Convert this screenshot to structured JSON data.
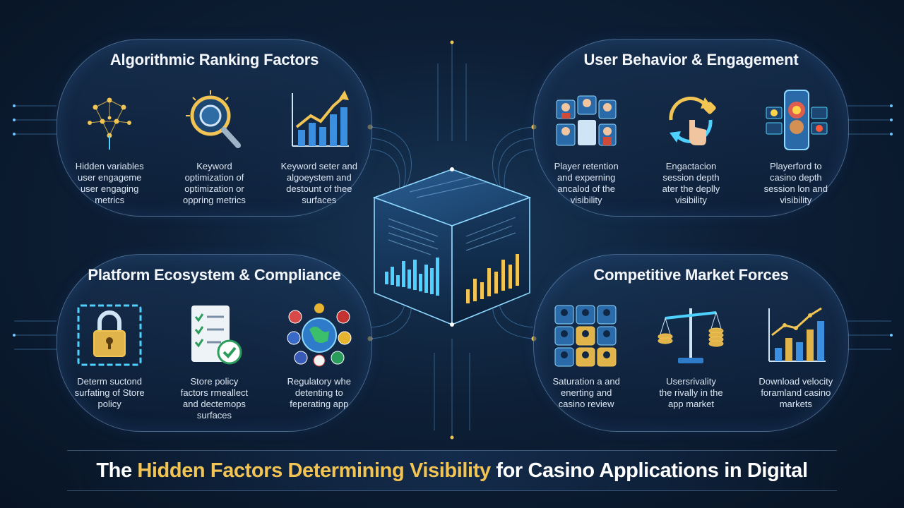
{
  "panels": {
    "algorithmic": {
      "title": "Algorithmic Ranking Factors",
      "items": [
        {
          "icon": "neural-network-icon",
          "caption": "Hidden variables\nuser engageme\nuser engaging\nmetrics"
        },
        {
          "icon": "magnifier-chip-icon",
          "caption": "Keyword\noptimization of\noptimization or\noppring metrics"
        },
        {
          "icon": "growth-chart-icon",
          "caption": "Keyword seter and\nalgoeystem and\ndestount of thee\nsurfaces"
        }
      ]
    },
    "behavior": {
      "title": "User Behavior & Engagement",
      "items": [
        {
          "icon": "users-screens-icon",
          "caption": "Player retention\nand experning\nancalod of the\nvisibility"
        },
        {
          "icon": "cycle-hand-icon",
          "caption": "Engactacion\nsession depth\nater the deplly\nvisibility"
        },
        {
          "icon": "heatmap-phone-icon",
          "caption": "Playerford to\ncasino depth\nsession lon and\nvisibility"
        }
      ]
    },
    "platform": {
      "title": "Platform Ecosystem & Compliance",
      "items": [
        {
          "icon": "padlock-chain-icon",
          "caption": "Determ suctond\nsurfating of Store\npolicy"
        },
        {
          "icon": "checklist-icon",
          "caption": "Store policy\nfactors rmeallect\nand dectemops\nsurfaces"
        },
        {
          "icon": "globe-flags-icon",
          "caption": "Regulatory whe\ndetenting to\nfeperating app"
        }
      ]
    },
    "competitive": {
      "title": "Competitive Market Forces",
      "items": [
        {
          "icon": "user-tiles-icon",
          "caption": "Saturation a and\nenerting and\ncasino review"
        },
        {
          "icon": "balance-scale-icon",
          "caption": "Usersrivality\nthe rivally in the\napp market"
        },
        {
          "icon": "download-chart-icon",
          "caption": "Download velocity\nforamland casino\nmarkets"
        }
      ]
    }
  },
  "banner": {
    "part1": "The ",
    "highlight": "Hidden Factors Determining Visibility",
    "part2": " for Casino Applications in Digital"
  },
  "colors": {
    "accent_gold": "#f2c453",
    "accent_cyan": "#4fd1ff",
    "background": "#0d1f36"
  }
}
